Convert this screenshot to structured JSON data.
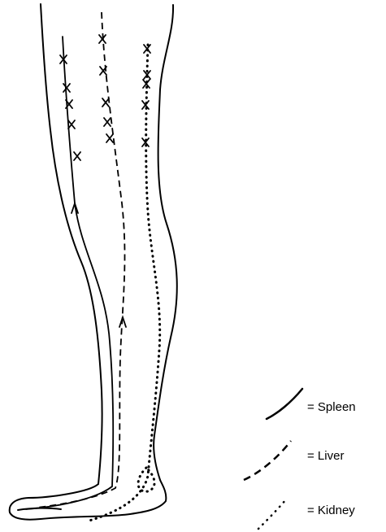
{
  "legend": [
    {
      "label": "= Spleen",
      "line_style": "solid"
    },
    {
      "label": "= Liver",
      "line_style": "dashed"
    },
    {
      "label": "= Kidney",
      "line_style": "dotted"
    }
  ],
  "marks": {
    "symbol": "x",
    "color": "#000000"
  },
  "ink_color": "#000000",
  "background": "#ffffff"
}
